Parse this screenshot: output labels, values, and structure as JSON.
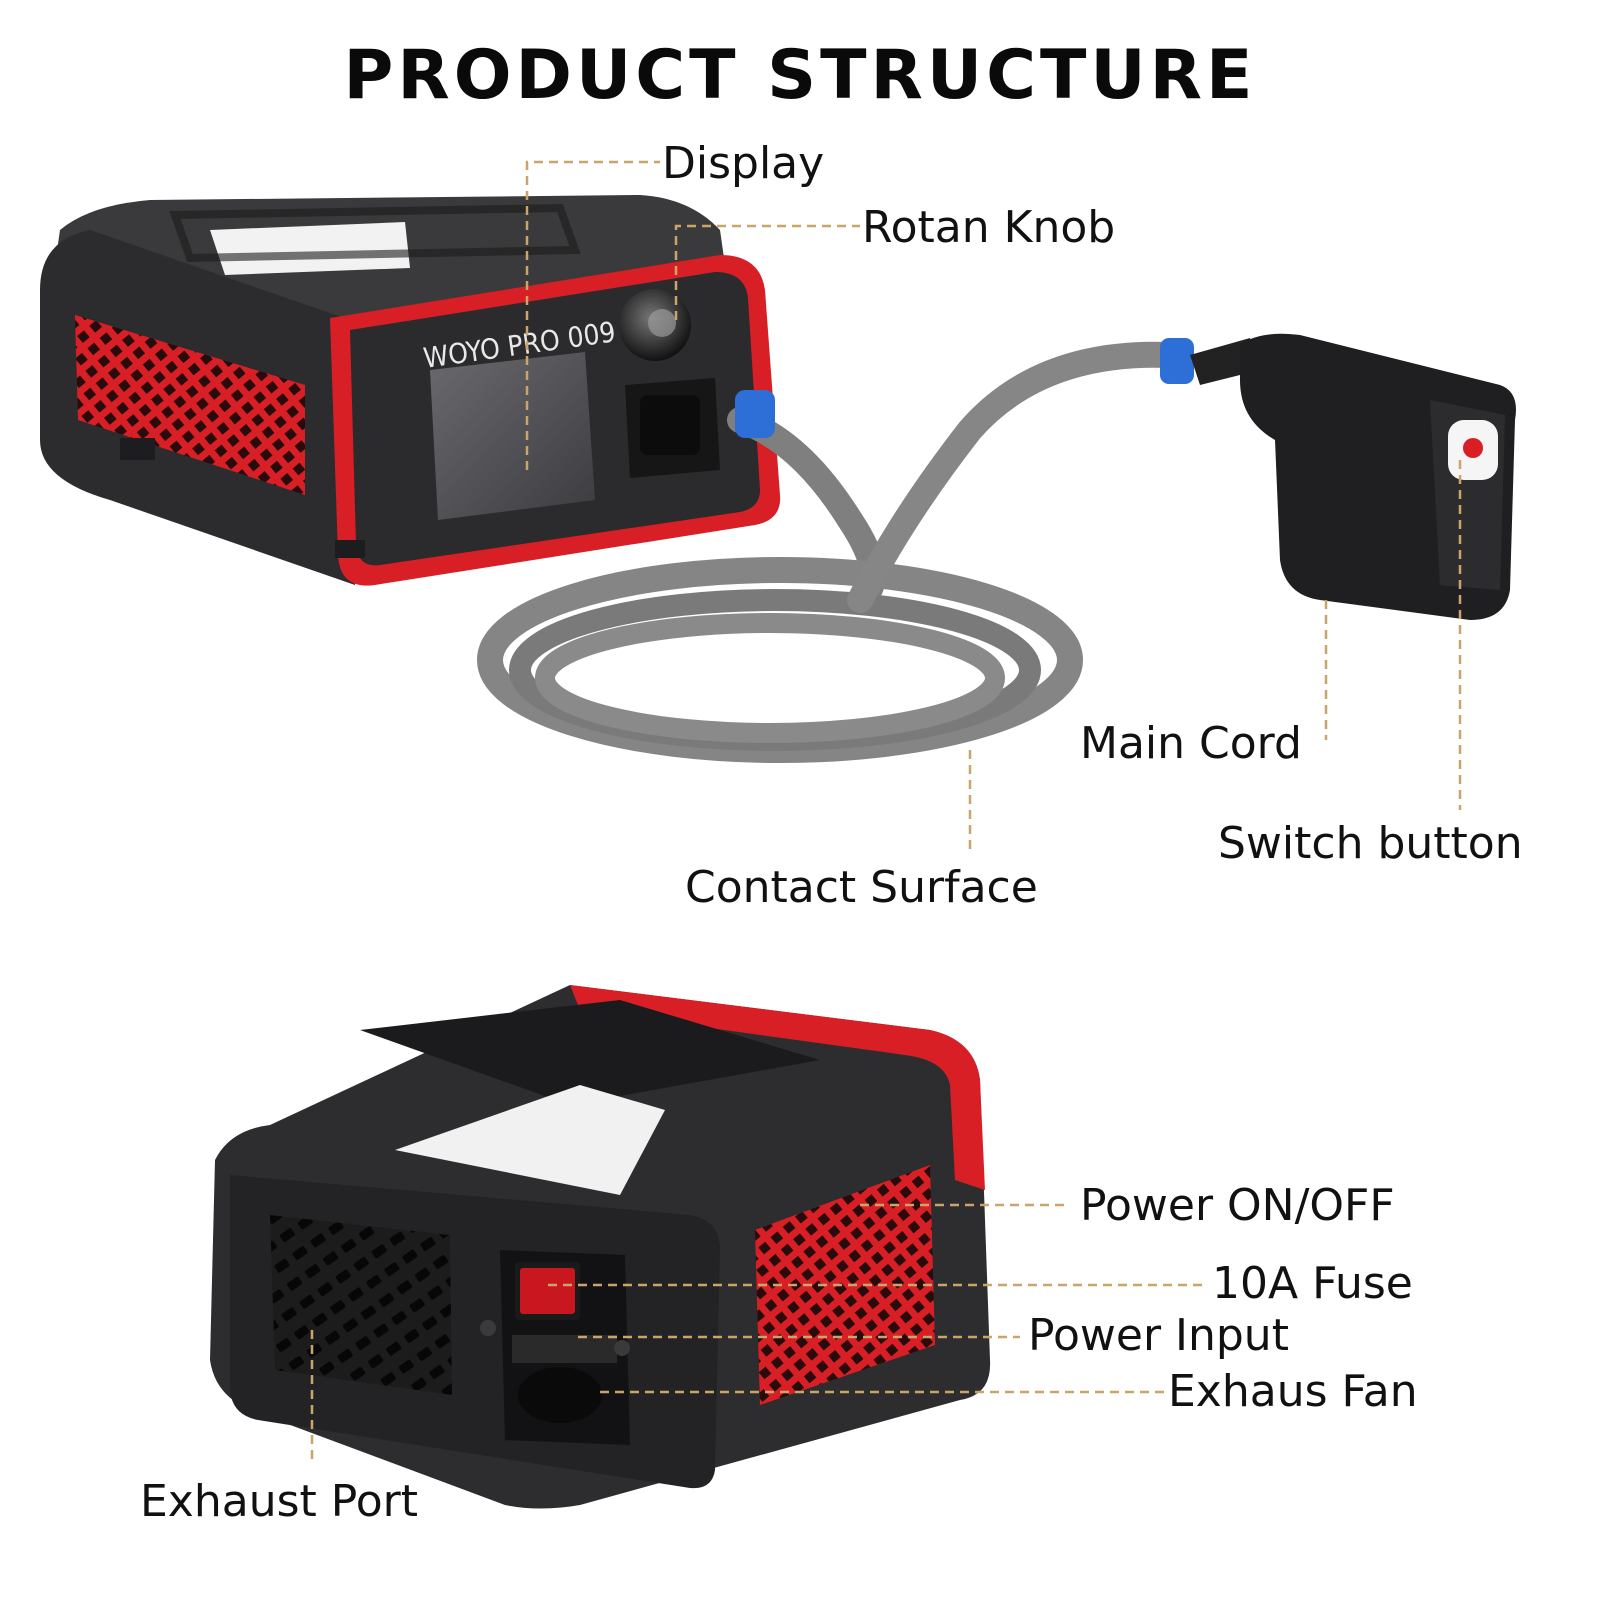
{
  "title": "PRODUCT STRUCTURE",
  "device_brand": "WOYO PRO 009",
  "colors": {
    "accent_red": "#d91f26",
    "body_dark": "#2f2f31",
    "leader_line": "#c9a56a",
    "cord_gray": "#808080",
    "connector_blue": "#2d6fd6"
  },
  "top_view": {
    "labels": {
      "display": "Display",
      "rotary_knob": "Rotan Knob",
      "main_cord": "Main Cord",
      "switch_button": "Switch button",
      "contact_surface": "Contact Surface"
    }
  },
  "back_view": {
    "labels": {
      "power_on_off": "Power ON/OFF",
      "fuse": "10A Fuse",
      "power_input": "Power Input",
      "exhaust_fan": "Exhaus Fan",
      "exhaust_port": "Exhaust Port"
    }
  }
}
